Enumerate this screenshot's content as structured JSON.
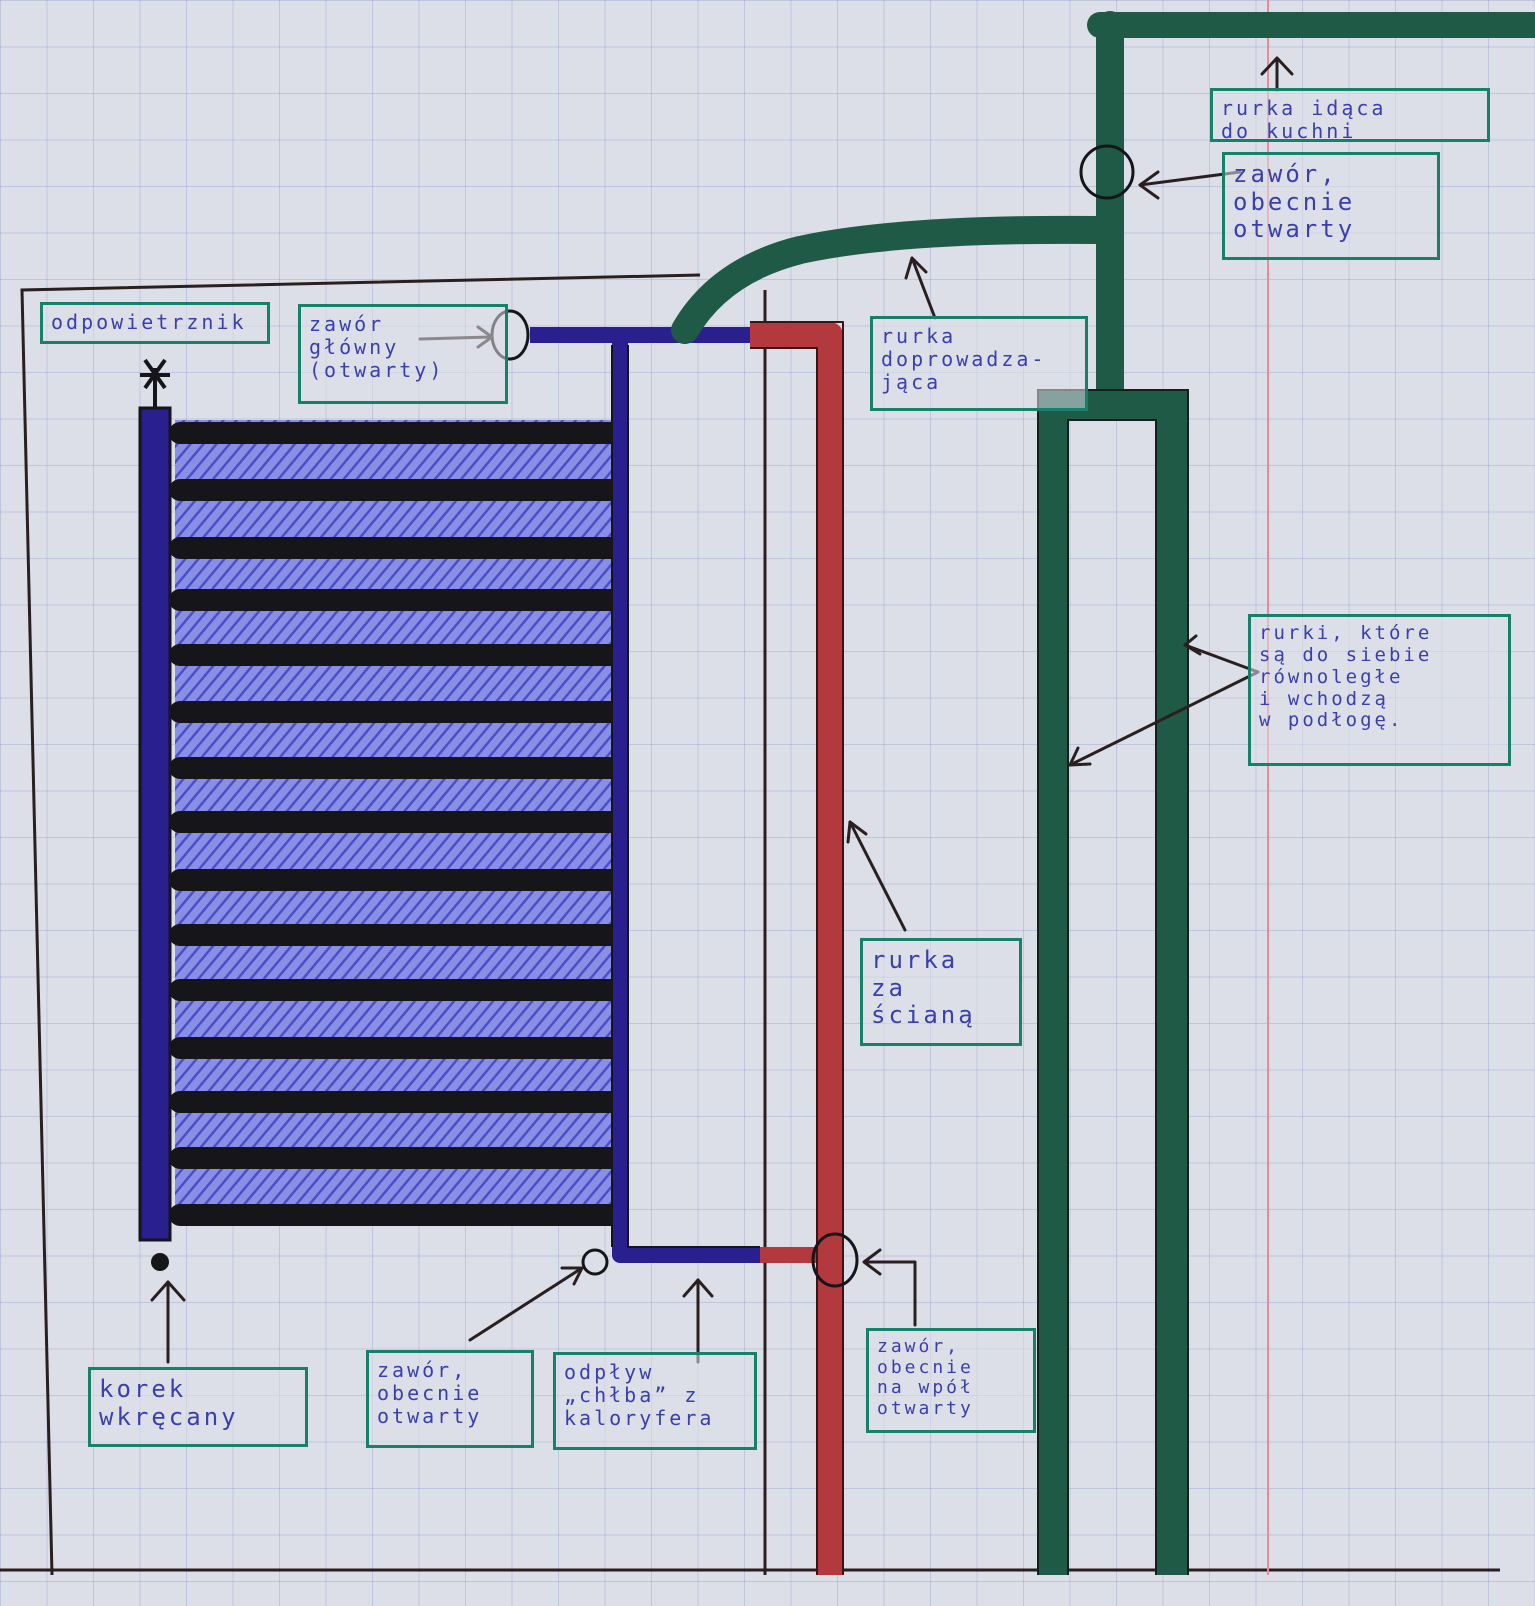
{
  "labels": {
    "odpowietrznik": "odpowietrznik",
    "zawor_glowny": "zawór\ngłówny\n(otwarty)",
    "rurka_dochodzaca": "rurka\ndoprowadza-\njąca",
    "rurka_do_kuchni": "rurka idąca\ndo kuchni",
    "zawor_gora": "zawór,\nobecnie\notwarty",
    "rurki_rownolegle": "rurki, które\nsą do siebie\nrównoległe\ni wchodzą\nw podłogę.",
    "rurka_za_sciana": "rurka\nza\nścianą",
    "korek": "korek\nwkręcany",
    "zawor_dol_lewy": "zawór,\nobecnie\notwarty",
    "odplyw": "odpływ\n„chłba” z\nkaloryfera",
    "zawor_dol_prawy": "zawór,\nobecnie\nna wpół\notwarty"
  },
  "colors": {
    "paper": "#dcdfe8",
    "radiator_pipe": "#2a1f8f",
    "radiator_hatch": "#5a5fd0",
    "radiator_bar": "#15151a",
    "red_pipe": "#b23a3e",
    "green_pipe": "#1e5a45",
    "label_border": "#17806a",
    "label_text": "#3a3fb0",
    "wall_line": "#2a1f1f"
  }
}
